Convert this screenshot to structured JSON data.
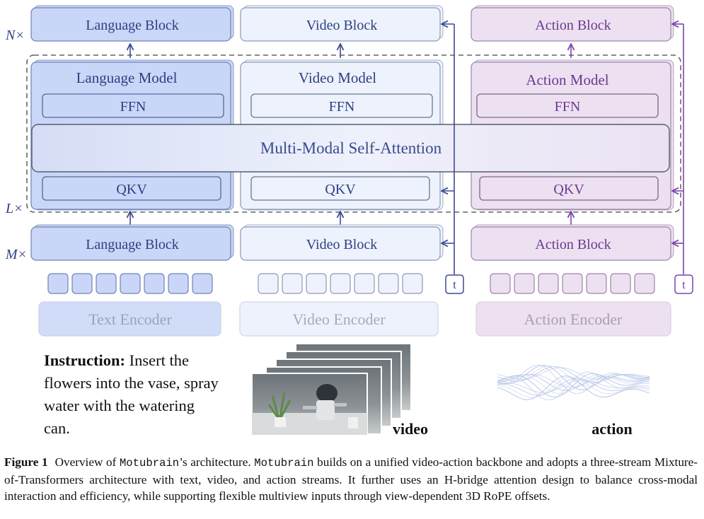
{
  "colors": {
    "language_fill": "#c9d6f7",
    "language_stroke": "#6f83b5",
    "video_fill": "#edf2fd",
    "video_stroke": "#8d9ab4",
    "action_fill": "#ece0f1",
    "action_stroke": "#9c86a7",
    "text_blue": "#2e3f82",
    "text_purple": "#6a3a8e",
    "arrow_blue": "#3d4a94",
    "arrow_purple": "#7b45ad"
  },
  "repeat_labels": {
    "top": "N×",
    "middle": "L×",
    "bottom": "M×"
  },
  "top_blocks": {
    "language": "Language Block",
    "video": "Video Block",
    "action": "Action Block"
  },
  "models": {
    "language": "Language  Model",
    "video": "Video  Model",
    "action": "Action   Model"
  },
  "ffn_label": "FFN",
  "qkv_label": "QKV",
  "attention_label": "Multi-Modal Self-Attention",
  "bottom_blocks": {
    "language": "Language Block",
    "video": "Video Block",
    "action": "Action Block"
  },
  "timestep_label": "t",
  "encoders": {
    "text": "Text Encoder",
    "video": "Video Encoder",
    "action": "Action Encoder"
  },
  "instruction": {
    "heading": "Instruction:",
    "text": "Insert the flowers into the vase, spray water with the watering can."
  },
  "media_labels": {
    "video": "video",
    "action": "action"
  },
  "caption": {
    "figure": "Figure 1",
    "part1": "Overview of ",
    "name1": "Motubrain",
    "part2": "’s architecture. ",
    "name2": "Motubrain",
    "part3": " builds on a unified video-action backbone and adopts a three-stream Mixture-of-Transformers architecture with text, video, and action streams. It further uses an H-bridge attention design to balance cross-modal interaction and efficiency, while supporting flexible multiview inputs through view-dependent 3D RoPE offsets."
  }
}
